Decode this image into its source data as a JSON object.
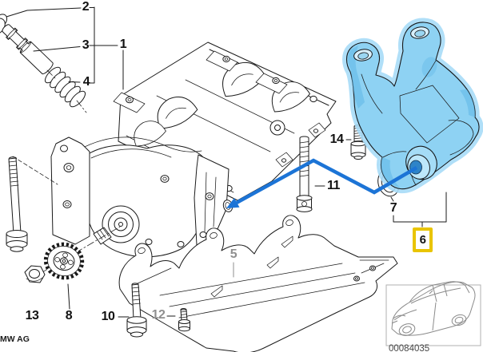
{
  "callouts": [
    {
      "id": "1",
      "label": "1",
      "muted": false,
      "selected": false
    },
    {
      "id": "2",
      "label": "2",
      "muted": false,
      "selected": false
    },
    {
      "id": "3",
      "label": "3",
      "muted": false,
      "selected": false
    },
    {
      "id": "4",
      "label": "4",
      "muted": false,
      "selected": false
    },
    {
      "id": "5",
      "label": "5",
      "muted": true,
      "selected": false
    },
    {
      "id": "6",
      "label": "6",
      "muted": false,
      "selected": true
    },
    {
      "id": "7",
      "label": "7",
      "muted": false,
      "selected": false
    },
    {
      "id": "8",
      "label": "8",
      "muted": false,
      "selected": false
    },
    {
      "id": "10",
      "label": "10",
      "muted": false,
      "selected": false
    },
    {
      "id": "11",
      "label": "11",
      "muted": false,
      "selected": false
    },
    {
      "id": "12",
      "label": "12",
      "muted": true,
      "selected": false
    },
    {
      "id": "13",
      "label": "13",
      "muted": false,
      "selected": false
    },
    {
      "id": "14",
      "label": "14",
      "muted": false,
      "selected": false
    }
  ],
  "footer": {
    "watermark": "MW AG",
    "image_number": "00084035"
  },
  "colors": {
    "highlight_fill": "#8ed2f3",
    "highlight_shade": "#5fb6e6",
    "highlight_glow": "#a8dcf8",
    "arrow": "#1c74d6",
    "selection_box": "#e9c400",
    "muted_label": "#8f8f8f"
  }
}
